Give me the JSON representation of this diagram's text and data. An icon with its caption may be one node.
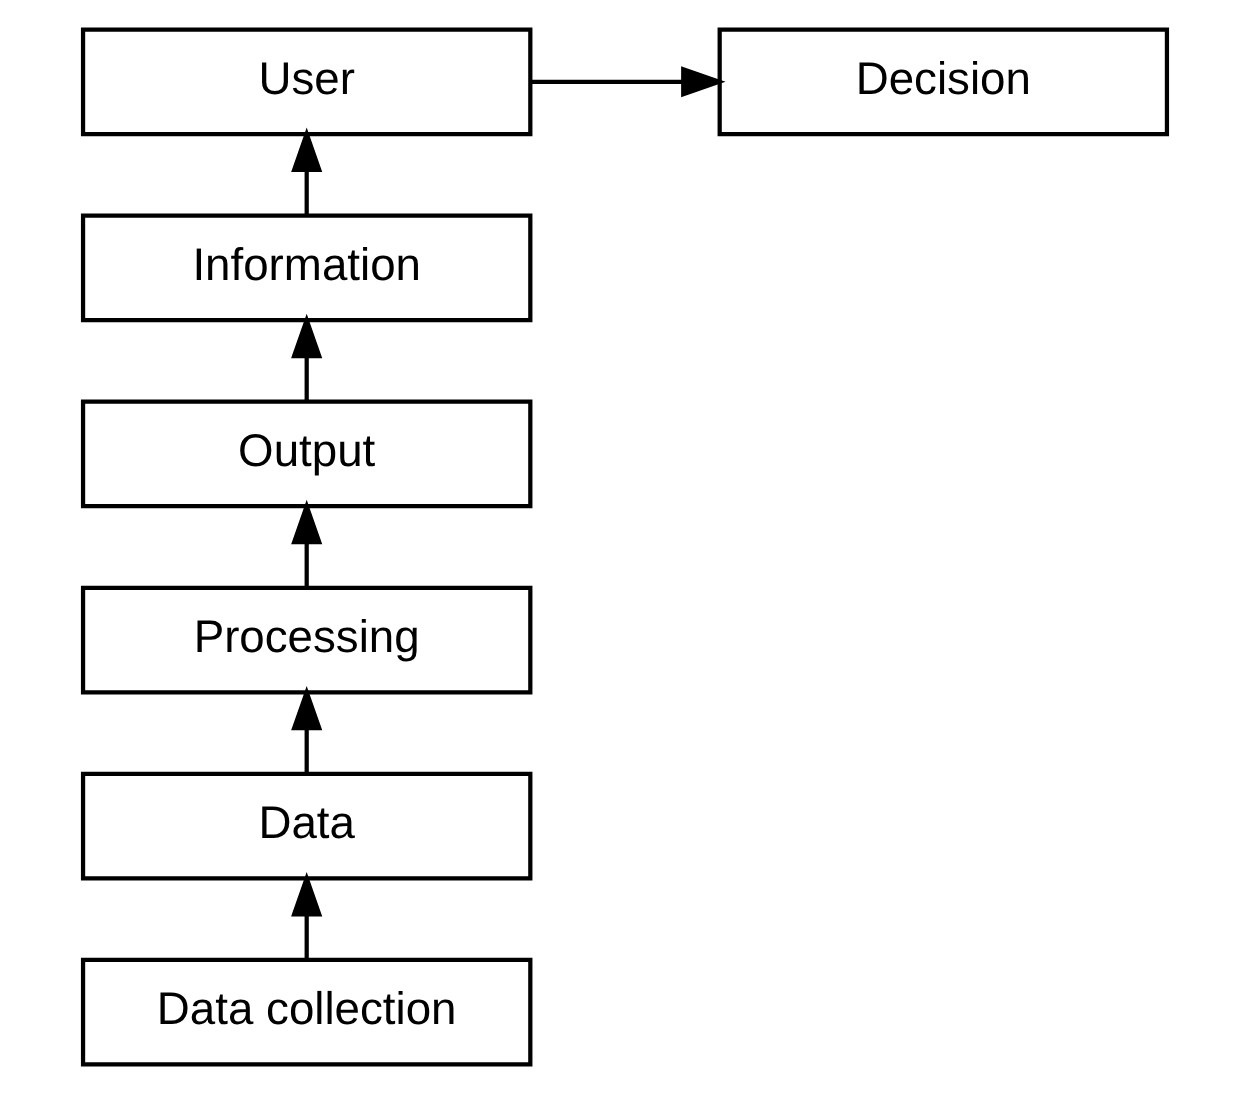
{
  "diagram": {
    "nodes": [
      {
        "text": [
          "User"
        ]
      },
      {
        "text": [
          "Decision"
        ]
      },
      {
        "text": [
          "Information"
        ]
      },
      {
        "text": [
          "Output"
        ]
      },
      {
        "text": [
          "Processing"
        ]
      },
      {
        "text": [
          "Data"
        ]
      },
      {
        "text": [
          "Data collection"
        ]
      }
    ],
    "edges": [
      {
        "from": 6,
        "to": 5,
        "arrow": "to"
      },
      {
        "from": 5,
        "to": 4,
        "arrow": "to"
      },
      {
        "from": 4,
        "to": 3,
        "arrow": "to"
      },
      {
        "from": 3,
        "to": 2,
        "arrow": "to"
      },
      {
        "from": 2,
        "to": 0,
        "arrow": "to"
      },
      {
        "from": 0,
        "to": 1,
        "arrow": "to"
      }
    ]
  }
}
